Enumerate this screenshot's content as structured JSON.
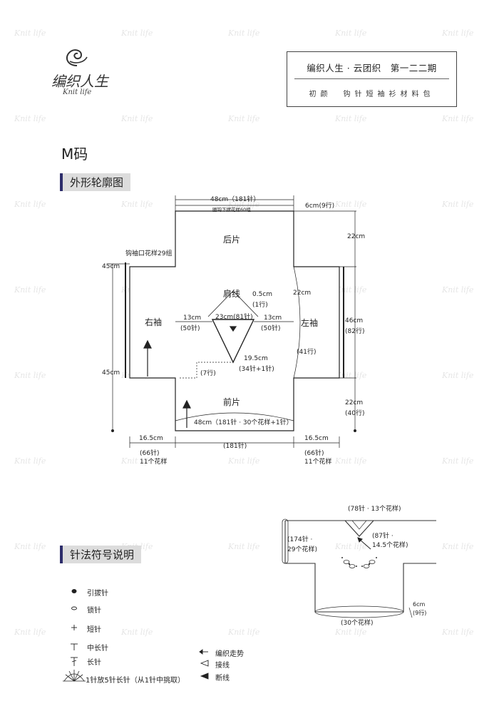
{
  "brand": {
    "logo_text": "编织人生",
    "logo_sub": "Knit life",
    "watermark_text": "Knit life"
  },
  "header": {
    "title": "编织人生 · 云团织　第一二二期",
    "subtitle": "初颜　钩针短袖衫材料包"
  },
  "size": "M码",
  "sections": {
    "outline": "外形轮廓图",
    "symbols": "针法符号说明"
  },
  "schematic": {
    "top_width": "48cm（181针）",
    "top_note": "圈钩下摆花样60组",
    "top_right": "6cm(9行)",
    "back_label": "后片",
    "front_label": "前片",
    "right_sleeve": "右袖",
    "left_sleeve": "左袖",
    "shoulder": "肩线",
    "sleeve_cuff_note": "钩袖口花样29组",
    "h_45_top": "45cm",
    "h_45_bottom": "45cm",
    "r_22_top": "22cm",
    "r_22_mid": "22cm",
    "r_46": "46cm",
    "r_82": "(82行)",
    "r_41": "(41行)",
    "r_22_bottom": "22cm",
    "r_40": "(40行)",
    "left_13": "13cm",
    "left_50": "(50针)",
    "right_13": "13cm",
    "right_50": "(50针)",
    "neck_05": "0.5cm",
    "neck_1row": "(1行)",
    "neck_width": "23cm(81针)",
    "neck_depth": "19.5cm",
    "neck_stitches": "(34针+1针)",
    "rows_7": "(7行)",
    "bottom_width": "48cm（181针 · 30个花样+1针）",
    "bottom_left_cm": "16.5cm",
    "bottom_left_st": "(66针)",
    "bottom_left_pat": "11个花样",
    "bottom_mid": "(181针)",
    "bottom_right_cm": "16.5cm",
    "bottom_right_st": "(66针)",
    "bottom_right_pat": "11个花样"
  },
  "detail": {
    "top": "(78针 · 13个花样)",
    "left_1": "(174针 ·",
    "left_2": "29个花样)",
    "right_1": "(87针 ·",
    "right_2": "14.5个花样)",
    "bottom": "(30个花样)",
    "side_1": "6cm",
    "side_2": "(9行)"
  },
  "legend": {
    "items": [
      {
        "symbol": "•",
        "label": "引拔针"
      },
      {
        "symbol": "○",
        "label": "锁针"
      },
      {
        "symbol": "+",
        "label": "短针"
      },
      {
        "symbol": "T",
        "label": "中长针"
      },
      {
        "symbol": "Ŧ",
        "label": "长针"
      },
      {
        "symbol": "fan",
        "label": "1针放5针长针（从1针中挑取）"
      }
    ],
    "right_items": [
      {
        "symbol": "←",
        "label": "编织走势"
      },
      {
        "symbol": "◁",
        "label": "接线"
      },
      {
        "symbol": "◀",
        "label": "断线"
      }
    ]
  }
}
